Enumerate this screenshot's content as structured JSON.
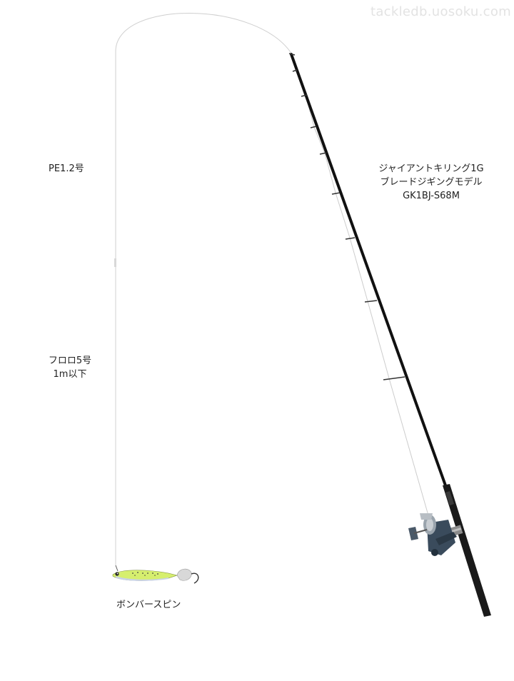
{
  "watermark": "tackledb.uosoku.com",
  "main_line": {
    "label": "PE1.2号"
  },
  "leader": {
    "line1": "フロロ5号",
    "line2": "1m以下"
  },
  "rod": {
    "line1": "ジャイアントキリング1G",
    "line2": "ブレードジギングモデル",
    "line3": "GK1BJ-S68M"
  },
  "lure": {
    "label": "ボンバースピン"
  },
  "colors": {
    "rod": "#111111",
    "line": "#cfcfcf",
    "lure_body": "#d6ef6e",
    "lure_belly": "#c9d3e6",
    "blade": "#d8d8d8"
  }
}
